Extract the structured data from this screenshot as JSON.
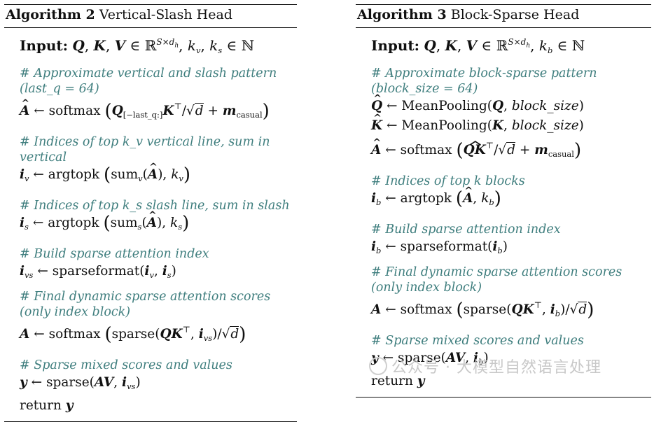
{
  "left": {
    "title_label": "Algorithm 2",
    "title_text": "Vertical-Slash Head",
    "input_label": "Input:",
    "comments": [
      "# Approximate vertical and slash pattern (last_q = 64)",
      "# Indices of top k_v vertical line, sum in vertical",
      "# Indices of top k_s slash line, sum in slash",
      "# Build sparse attention index",
      "# Final dynamic sparse attention scores (only index block)",
      "# Sparse mixed scores and values"
    ],
    "ops": {
      "softmax": "softmax",
      "argtopk": "argtopk",
      "sparseformat": "sparseformat",
      "sparse": "sparse",
      "return": "return"
    }
  },
  "right": {
    "title_label": "Algorithm 3",
    "title_text": "Block-Sparse Head",
    "input_label": "Input:",
    "comments": [
      "# Approximate block-sparse pattern (block_size = 64)",
      "# Indices of top k blocks",
      "# Build sparse attention index",
      "# Final dynamic sparse attention scores (only index block)",
      "# Sparse mixed scores and values"
    ],
    "ops": {
      "meanpooling": "MeanPooling",
      "softmax": "softmax",
      "argtopk": "argtopk",
      "sparseformat": "sparseformat",
      "sparse": "sparse",
      "return": "return"
    }
  },
  "watermark": "公众号 · 大模型自然语言处理"
}
